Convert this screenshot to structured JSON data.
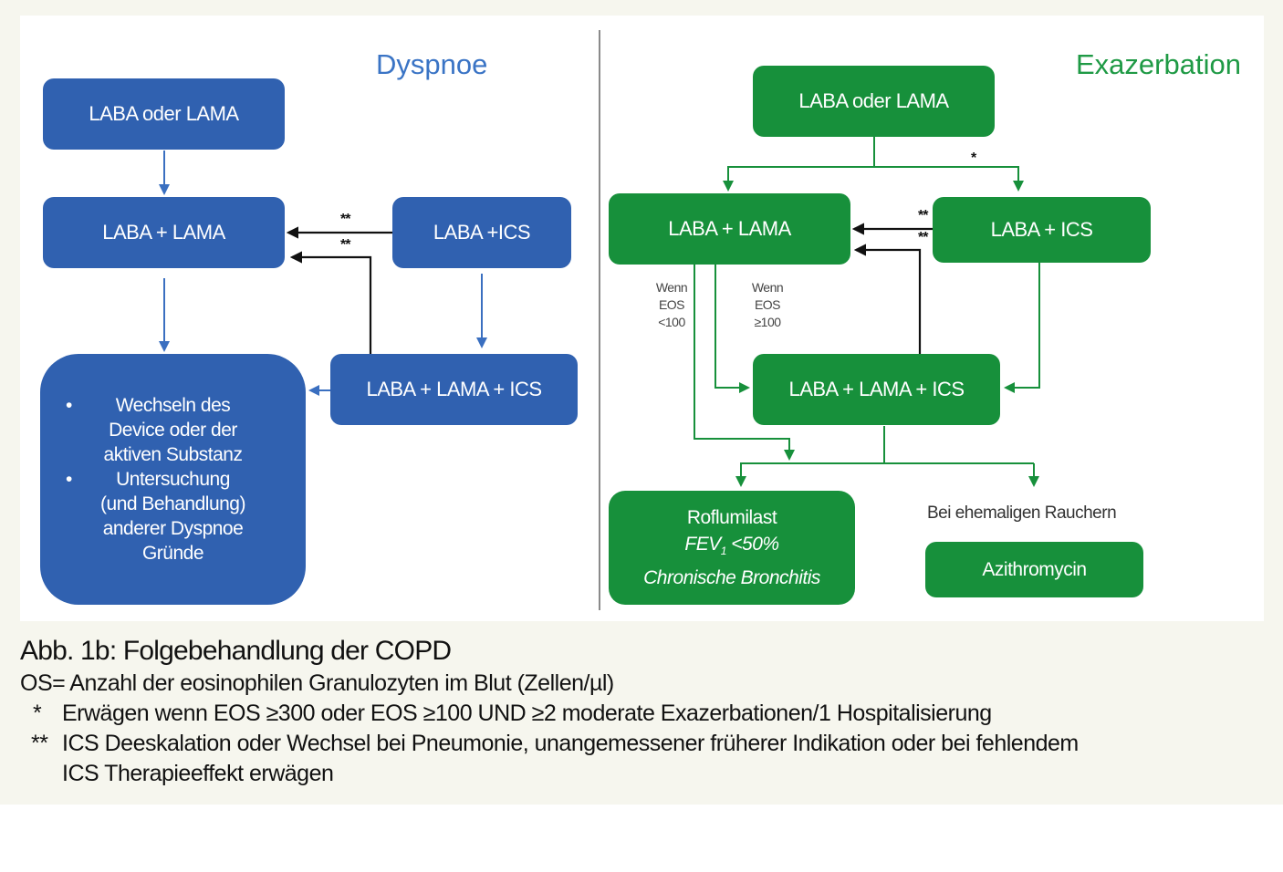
{
  "figure": {
    "dyspnoe": {
      "title": "Dyspnoe",
      "color": "#3061b0",
      "boxes": {
        "start": "LABA oder LAMA",
        "laba_lama": "LABA + LAMA",
        "laba_ics": "LABA +ICS",
        "triple": "LABA + LAMA + ICS",
        "other": {
          "bullet": "•",
          "item1": [
            "Wechseln des",
            "Device oder der",
            "aktiven Substanz"
          ],
          "item2": [
            "Untersuchung",
            "(und Behandlung)",
            "anderer Dyspnoe",
            "Gründe"
          ]
        }
      },
      "arrow_marks": [
        "**",
        "**"
      ]
    },
    "exazerbation": {
      "title": "Exazerbation",
      "color": "#17903b",
      "boxes": {
        "start": "LABA oder LAMA",
        "laba_lama": "LABA + LAMA",
        "laba_ics": "LABA + ICS",
        "triple": "LABA + LAMA + ICS",
        "roflumilast": {
          "line1": "Roflumilast",
          "line2_main": "FEV",
          "line2_sub": "1",
          "line2_rest": " <50%",
          "line3": "Chronische Bronchitis"
        },
        "azithromycin": "Azithromycin"
      },
      "branch_mark": "*",
      "arrow_marks": [
        "**",
        "**"
      ],
      "conditions": {
        "low": [
          "Wenn",
          "EOS",
          "<100"
        ],
        "high": [
          "Wenn",
          "EOS",
          "≥100"
        ]
      },
      "smokers_label": "Bei ehemaligen Rauchern"
    }
  },
  "caption": {
    "title": "Abb. 1b: Folgebehandlung der COPD",
    "definition": "OS= Anzahl der eosinophilen Granulozyten im Blut (Zellen/µl)",
    "notes": [
      {
        "mark": "*",
        "text": "Erwägen wenn EOS ≥300 oder EOS ≥100 UND ≥2 moderate Exazerbationen/1 Hospitalisierung"
      },
      {
        "mark": "**",
        "text": "ICS Deeskalation oder Wechsel bei Pneumonie, unangemessener früherer Indikation oder bei fehlendem",
        "continuation": "ICS Therapieeffekt erwägen"
      }
    ]
  }
}
